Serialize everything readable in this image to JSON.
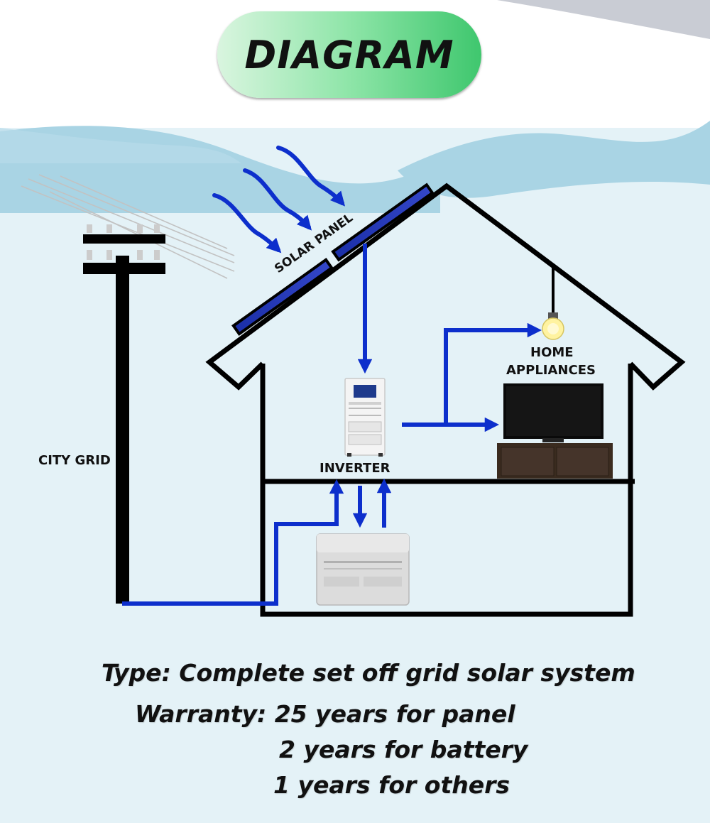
{
  "title": "DIAGRAM",
  "labels": {
    "solar_panel": "SOLAR PANEL",
    "inverter": "INVERTER",
    "home_appliances_line1": "HOME",
    "home_appliances_line2": "APPLIANCES",
    "city_grid": "CITY GRID"
  },
  "footer": {
    "type_line": "Type: Complete set off grid solar system",
    "warranty_line1": "Warranty: 25 years for panel",
    "warranty_line2": "2 years for battery",
    "warranty_line3": "1 years for others"
  },
  "colors": {
    "flow_arrow": "#0d2fcc",
    "house_outline": "#000000",
    "sky_light": "#e4f2f7",
    "sky_wave": "#a9d4e4",
    "title_gradient_start": "#d9f5df",
    "title_gradient_end": "#3fc76e"
  }
}
